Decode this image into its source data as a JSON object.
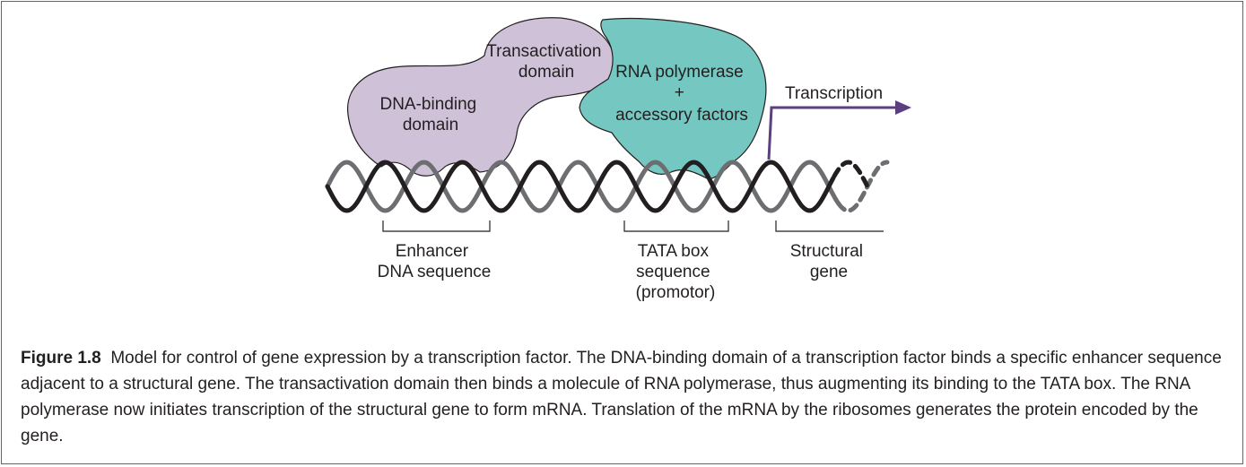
{
  "labels": {
    "transactivation": [
      "Transactivation",
      "domain"
    ],
    "dna_binding": [
      "DNA-binding",
      "domain"
    ],
    "rna_polymerase": [
      "RNA polymerase",
      "+",
      "accessory factors"
    ],
    "transcription": "Transcription",
    "enhancer": [
      "Enhancer",
      "DNA sequence"
    ],
    "tata_box": [
      "TATA box",
      "sequence",
      "(promotor)"
    ],
    "structural_gene": [
      "Structural",
      "gene"
    ]
  },
  "caption": {
    "figure_label": "Figure 1.8",
    "text": "Model for control of gene expression by a transcription factor. The DNA-binding domain of a transcription factor binds a specific enhancer sequence adjacent to a structural gene. The transactivation domain then binds a molecule of RNA polymerase, thus augmenting its binding to the TATA box. The RNA polymerase now initiates transcription of the structural gene to form mRNA. Translation of the mRNA by the ribosomes generates the protein encoded by the gene."
  },
  "colors": {
    "frame": "#7d4f8c",
    "transcription_factor": "#cfc2d8",
    "rna_polymerase": "#74c8c1",
    "arrow": "#5b3f7e",
    "strand_dark": "#231f20",
    "strand_gray": "#6d6e71"
  }
}
